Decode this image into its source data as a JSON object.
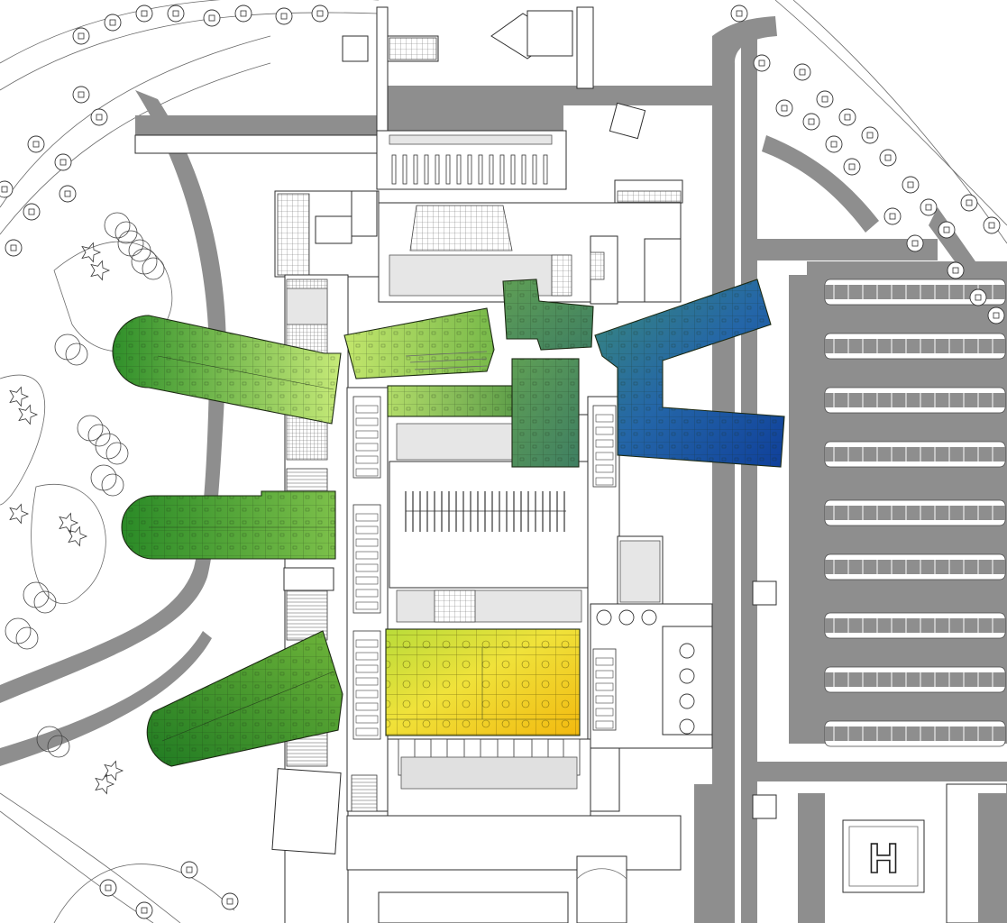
{
  "plan": {
    "site_elements": [
      "access-road-west",
      "access-road-east",
      "parking-lot",
      "helipad",
      "landscaped-garden",
      "central-courtyard"
    ],
    "wings": [
      {
        "id": "ward-north-west",
        "color": "#6fb53a"
      },
      {
        "id": "ward-west",
        "color": "#3f9a2e"
      },
      {
        "id": "ward-south-west",
        "color": "#2e8a28"
      },
      {
        "id": "block-north-center",
        "color": "#9bd05a"
      },
      {
        "id": "block-center",
        "color": "#4f8f5a"
      },
      {
        "id": "block-east-blue",
        "color": "#1f5aa8"
      },
      {
        "id": "block-south-yellow",
        "color": "#e6c21e"
      }
    ],
    "helipad_marker": "H",
    "colors": {
      "road": "#8e8e8e",
      "line": "#3a3a3a",
      "green_dark": "#1f7a22",
      "green_light": "#b8e26a",
      "blue": "#0f3f9a",
      "yellow": "#f2c40f"
    }
  }
}
